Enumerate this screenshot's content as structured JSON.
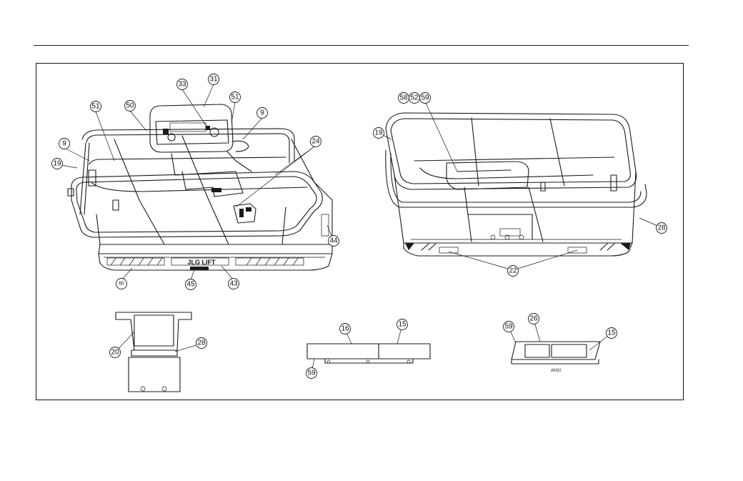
{
  "diagram": {
    "callouts": [
      {
        "id": "c31",
        "label": "31"
      },
      {
        "id": "c33",
        "label": "33"
      },
      {
        "id": "c51a",
        "label": "51"
      },
      {
        "id": "c50",
        "label": "50"
      },
      {
        "id": "c51b",
        "label": "51"
      },
      {
        "id": "c9a",
        "label": "9"
      },
      {
        "id": "c9b",
        "label": "9"
      },
      {
        "id": "c19a",
        "label": "19"
      },
      {
        "id": "c24",
        "label": "24"
      },
      {
        "id": "c44",
        "label": "44"
      },
      {
        "id": "c60",
        "label": "60"
      },
      {
        "id": "c45",
        "label": "45"
      },
      {
        "id": "c43",
        "label": "43"
      },
      {
        "id": "c58",
        "label": "58"
      },
      {
        "id": "c52",
        "label": "52"
      },
      {
        "id": "c59a",
        "label": "59"
      },
      {
        "id": "c19b",
        "label": "19"
      },
      {
        "id": "c28a",
        "label": "28"
      },
      {
        "id": "c22",
        "label": "22"
      },
      {
        "id": "c20",
        "label": "20"
      },
      {
        "id": "c28b",
        "label": "28"
      },
      {
        "id": "c16",
        "label": "16"
      },
      {
        "id": "c15a",
        "label": "15"
      },
      {
        "id": "c59b",
        "label": "59"
      },
      {
        "id": "c26",
        "label": "26"
      },
      {
        "id": "c59c",
        "label": "59"
      },
      {
        "id": "c15b",
        "label": "15"
      }
    ],
    "ansi_label": "ANSI",
    "brand_text": "JLG LIFT"
  }
}
